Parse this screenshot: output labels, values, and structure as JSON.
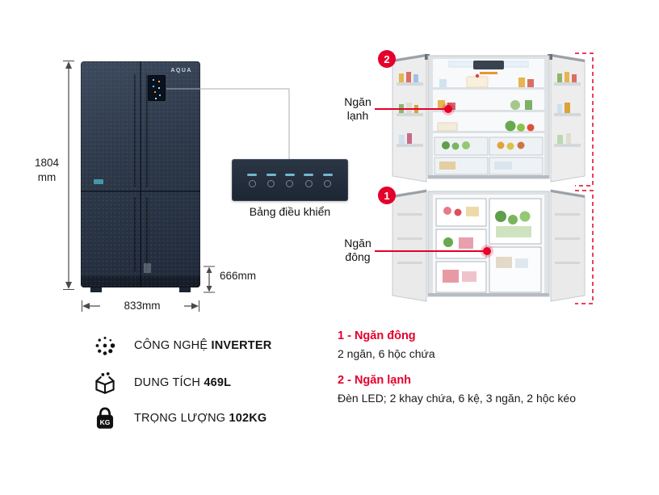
{
  "colors": {
    "accent_red": "#e4002b",
    "fridge_body": "#2c3848"
  },
  "product": {
    "brand": "AQUA",
    "dimensions": {
      "height": "1804 mm",
      "width": "833mm",
      "depth": "666mm"
    },
    "control_panel_label": "Bảng điều khiển"
  },
  "callouts": {
    "cooler": {
      "badge": "2",
      "label": "Ngăn lạnh"
    },
    "freezer": {
      "badge": "1",
      "label": "Ngăn đông"
    }
  },
  "specs": [
    {
      "icon": "inverter-icon",
      "label": "CÔNG NGHỆ",
      "value": "INVERTER"
    },
    {
      "icon": "capacity-icon",
      "label": "DUNG TÍCH",
      "value": "469L"
    },
    {
      "icon": "weight-icon",
      "icon_text": "KG",
      "label": "TRỌNG LƯỢNG",
      "value": "102KG"
    }
  ],
  "details": [
    {
      "title": "1 - Ngăn đông",
      "desc": "2 ngăn, 6 hộc chứa"
    },
    {
      "title": "2 - Ngăn lạnh",
      "desc": "Đèn LED; 2 khay chứa, 6 kệ, 3 ngăn, 2 hộc kéo"
    }
  ]
}
